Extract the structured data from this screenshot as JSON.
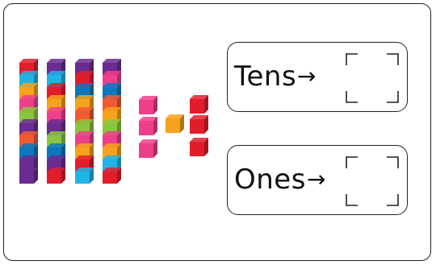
{
  "tens_box": {
    "label": "Tens",
    "arrow": "→",
    "answer_icon": "answer-bracket-icon"
  },
  "ones_box": {
    "label": "Ones",
    "arrow": "→",
    "answer_icon": "answer-bracket-icon"
  },
  "blocks": {
    "tens_rods": 4,
    "ones_cubes": 7,
    "colors": {
      "red": "#e21d2b",
      "pink": "#ee3f8c",
      "orange": "#f7a21b",
      "blue": "#0b78bd",
      "purple": "#6a2c91",
      "green": "#8bc53f",
      "cyan": "#1fb3e6",
      "coral": "#f15a31"
    }
  }
}
